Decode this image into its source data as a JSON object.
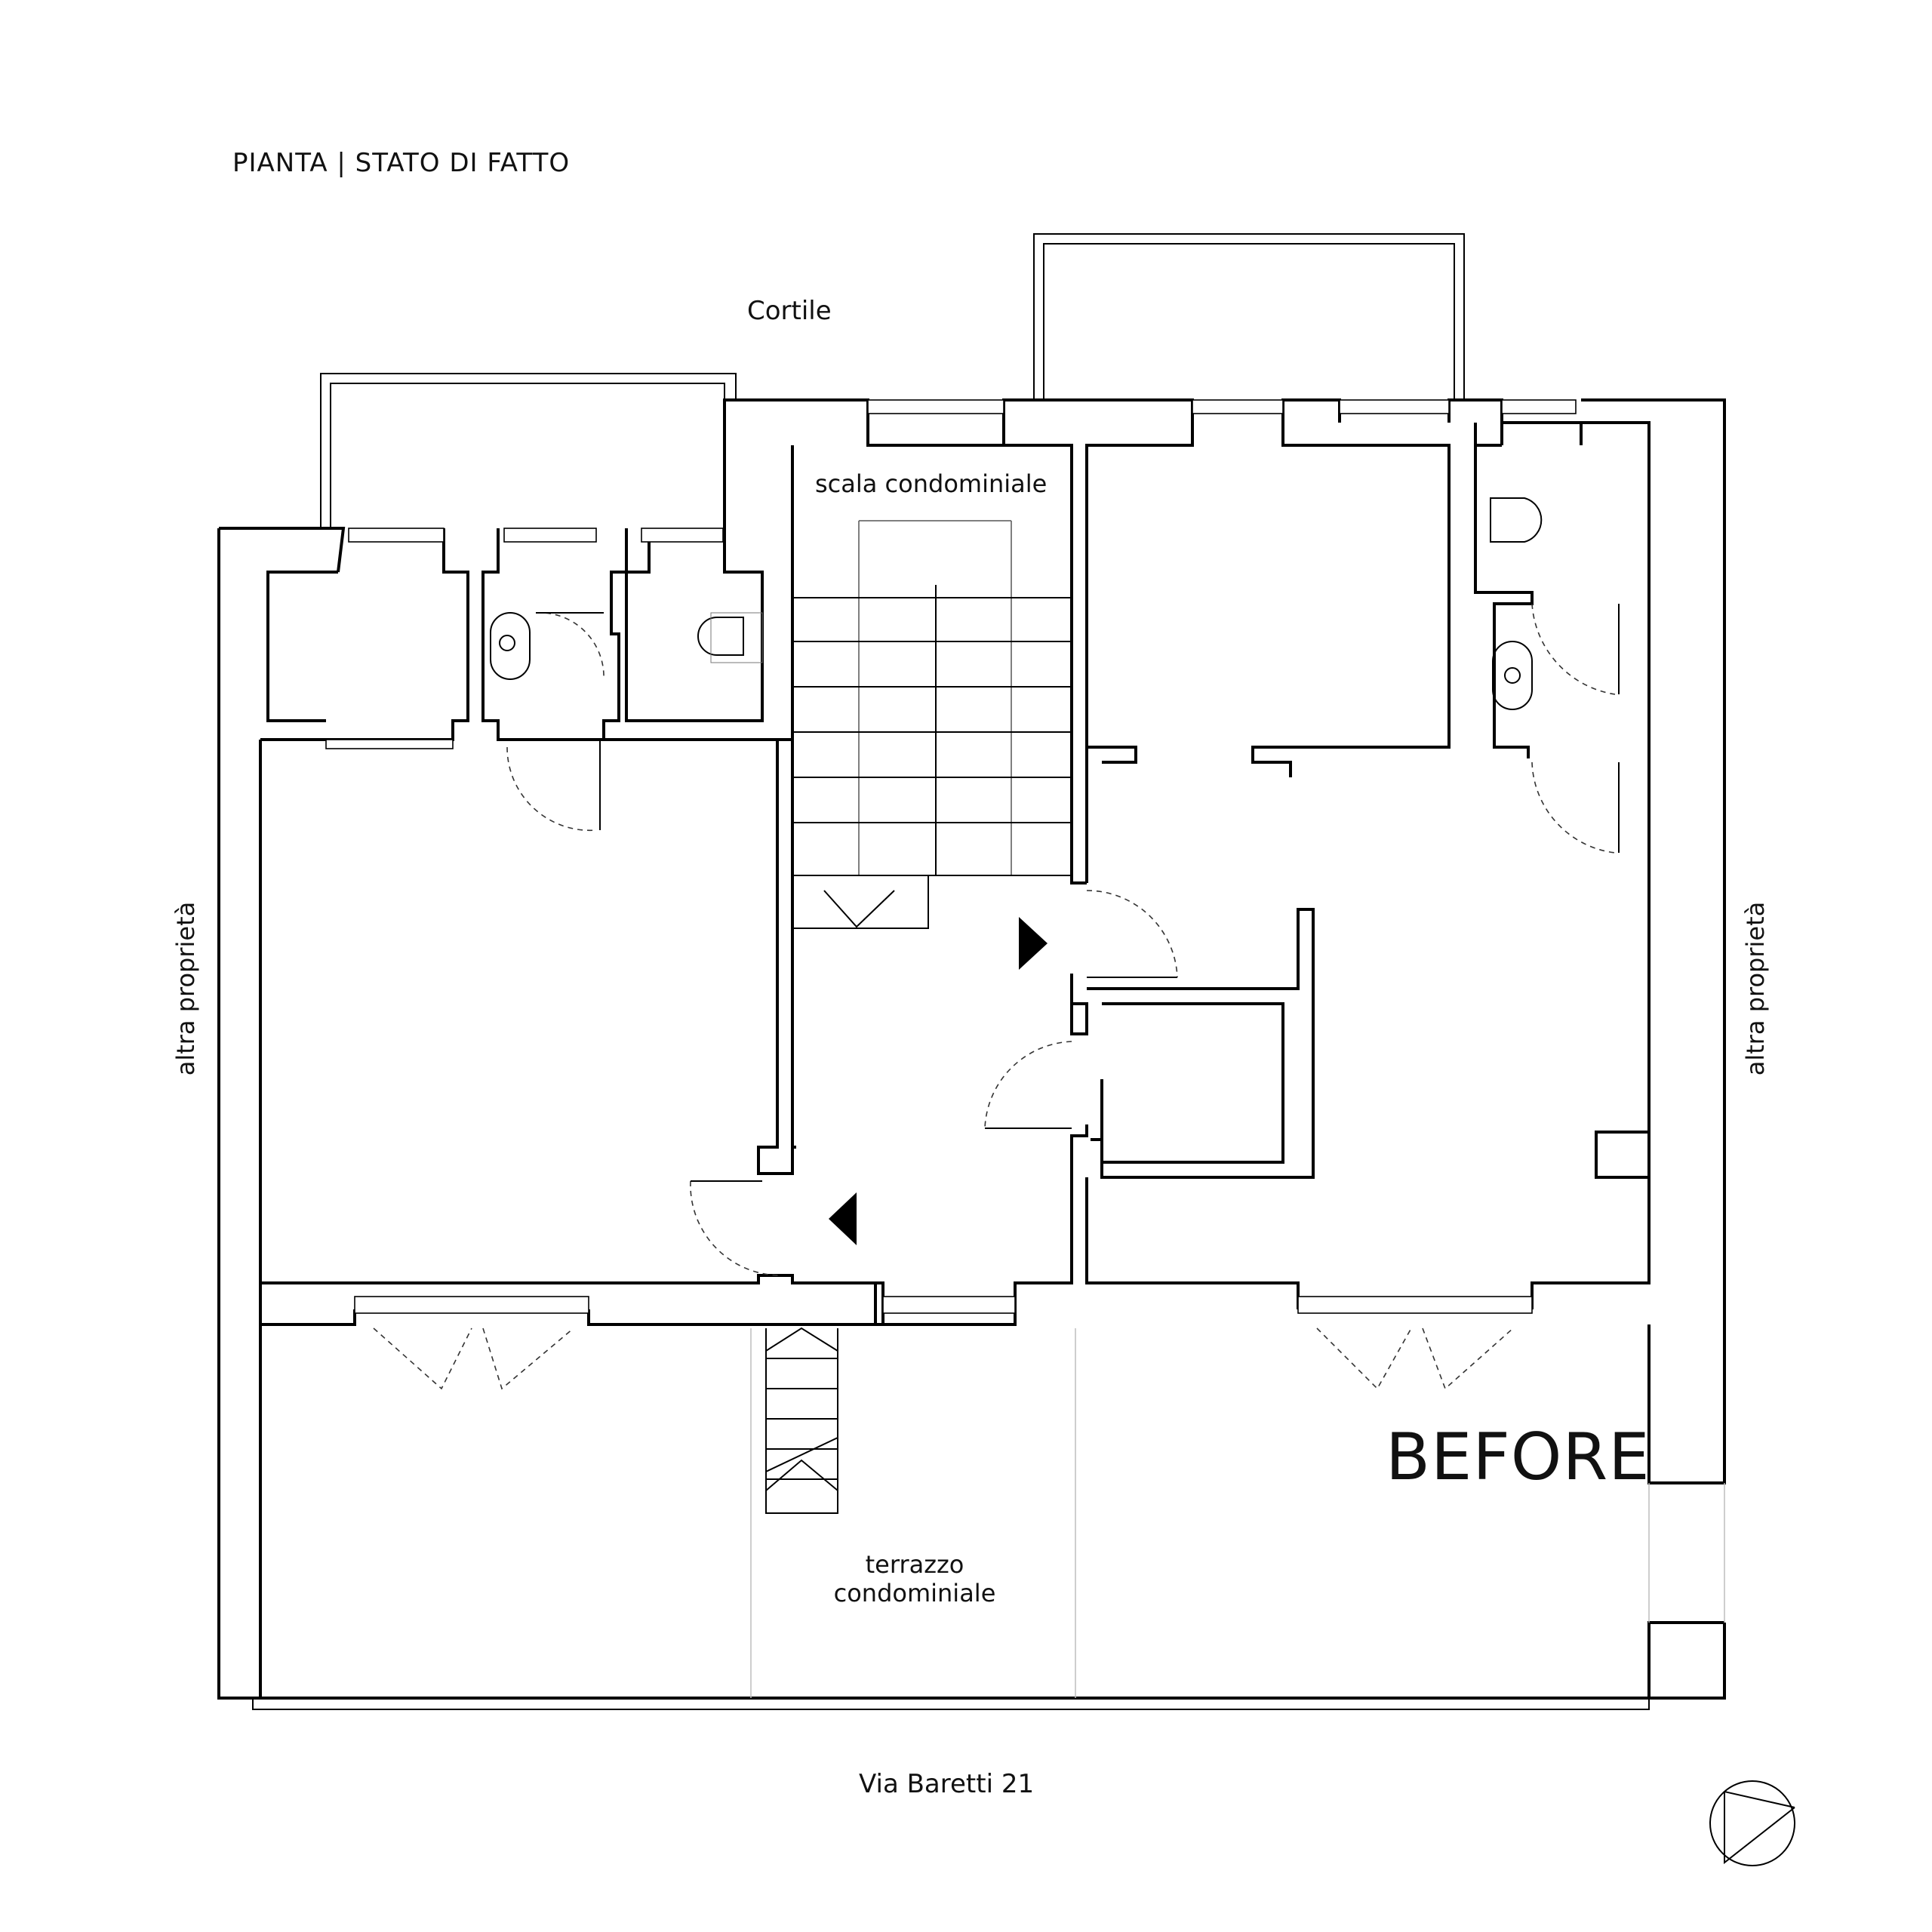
{
  "plan": {
    "title": "PIANTA  |  STATO DI FATTO",
    "labels": {
      "courtyard": "Cortile",
      "stair": "scala condominiale",
      "left_neighbor": "altra proprietà",
      "right_neighbor": "altra proprietà",
      "terrace_line1": "terrazzo",
      "terrace_line2": "condominiale",
      "street": "Via Baretti 21",
      "stamp": "BEFORE"
    },
    "north_arrow_icon": "north-arrow-icon",
    "colors": {
      "lines": "#000000",
      "background": "#ffffff"
    }
  }
}
